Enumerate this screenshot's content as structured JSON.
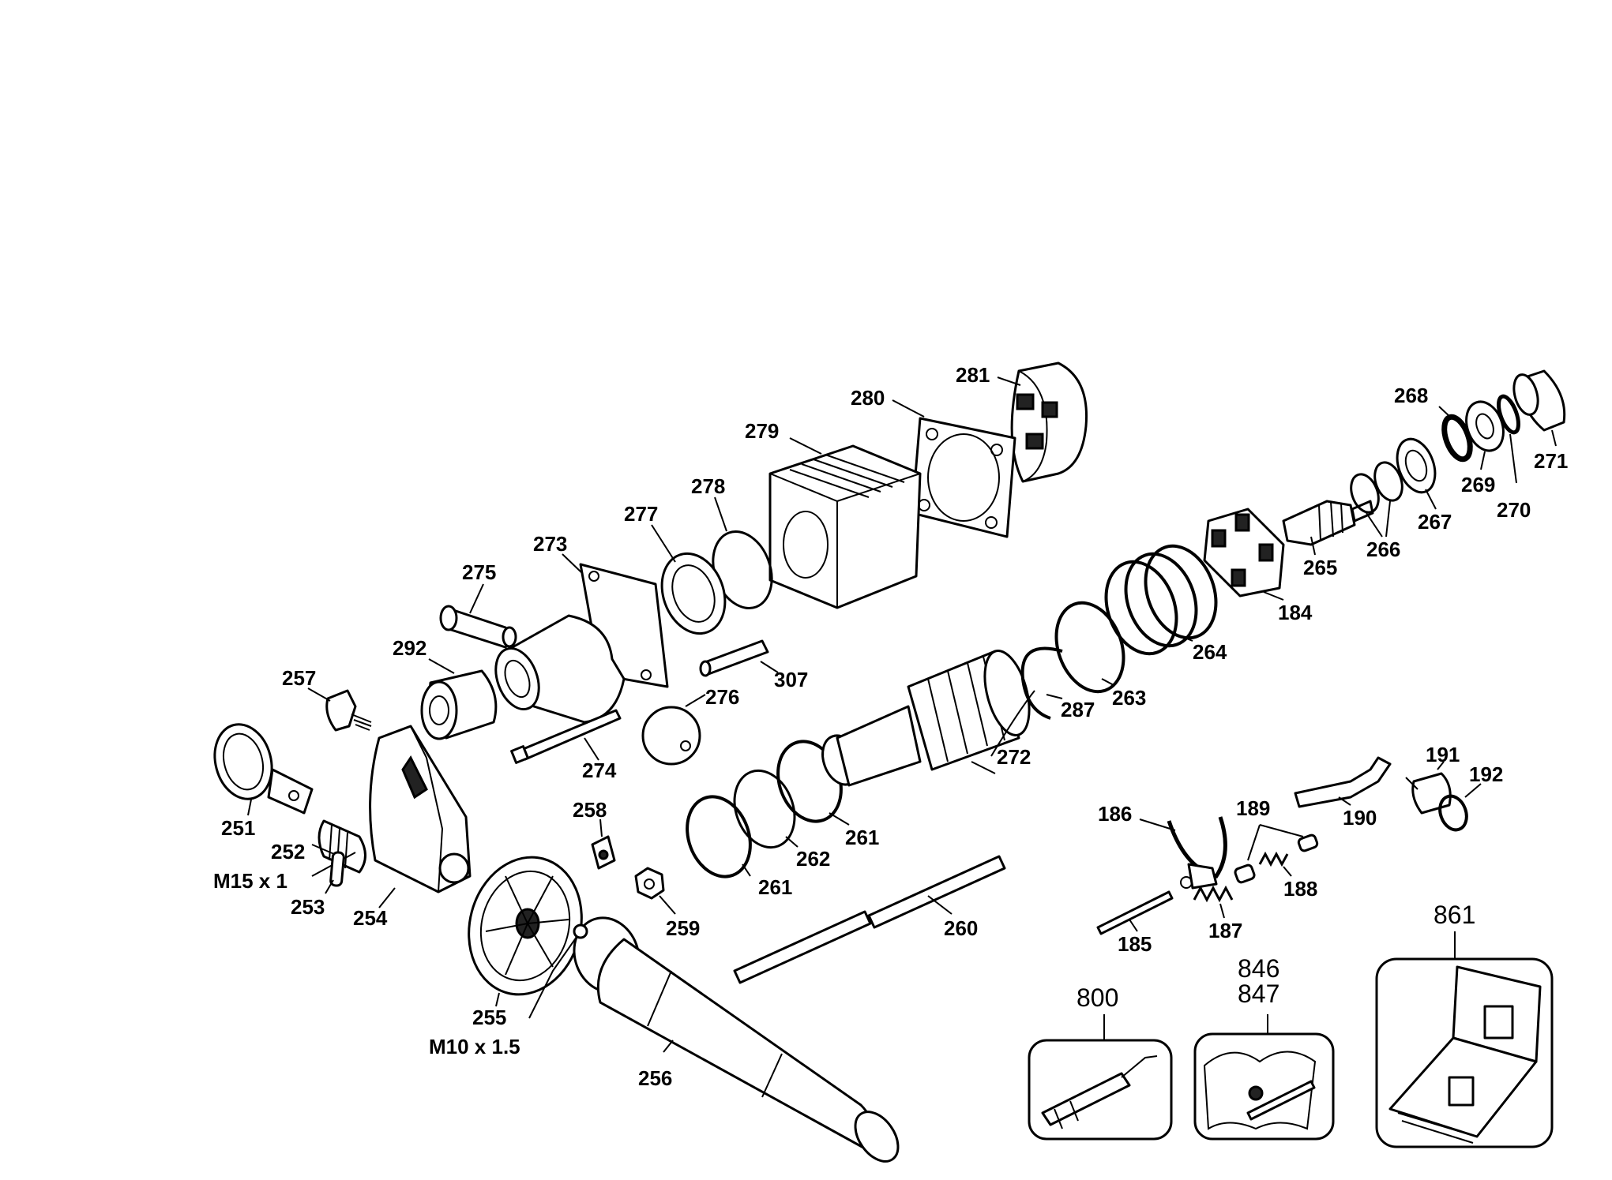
{
  "labels": {
    "p281": "281",
    "p280": "280",
    "p279": "279",
    "p278": "278",
    "p277": "277",
    "p273": "273",
    "p275": "275",
    "p292": "292",
    "p257": "257",
    "p276": "276",
    "p307": "307",
    "p274": "274",
    "p251": "251",
    "p252": "252",
    "m15": "M15 x 1",
    "p253": "253",
    "p254": "254",
    "p258": "258",
    "p259": "259",
    "p255": "255",
    "m10": "M10 x 1.5",
    "p256": "256",
    "p260": "260",
    "p261a": "261",
    "p262": "262",
    "p261b": "261",
    "p272": "272",
    "p287": "287",
    "p263": "263",
    "p264": "264",
    "p184": "184",
    "p265": "265",
    "p266": "266",
    "p267": "267",
    "p268": "268",
    "p269": "269",
    "p270": "270",
    "p271": "271",
    "p186": "186",
    "p189": "189",
    "p188": "188",
    "p187": "187",
    "p185": "185",
    "p190": "190",
    "p191": "191",
    "p192": "192",
    "p800": "800",
    "p846": "846",
    "p847": "847",
    "p861": "861"
  }
}
